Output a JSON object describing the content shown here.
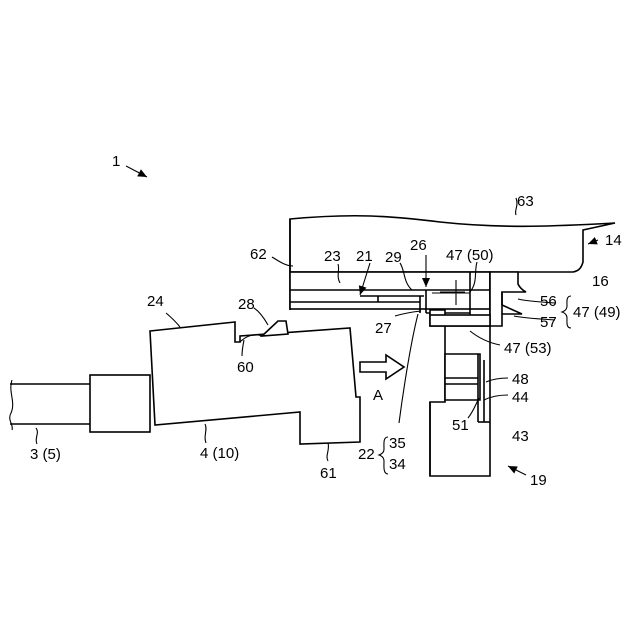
{
  "figure": {
    "colors": {
      "line": "#000000",
      "background": "#ffffff"
    },
    "labels": {
      "l1": "1",
      "l3": "3 (5)",
      "l4": "4 (10)",
      "l14": "14",
      "l16": "16",
      "l19": "19",
      "l21": "21",
      "l22": "22",
      "l23": "23",
      "l24": "24",
      "l26": "26",
      "l27": "27",
      "l28": "28",
      "l29": "29",
      "l34": "34",
      "l35": "35",
      "l43": "43",
      "l44": "44",
      "l47_49": "47 (49)",
      "l47_50": "47 (50)",
      "l47_53": "47 (53)",
      "l48": "48",
      "l51": "51",
      "l56": "56",
      "l57": "57",
      "l60": "60",
      "l61": "61",
      "l62": "62",
      "l63": "63",
      "arrowA": "A"
    }
  }
}
